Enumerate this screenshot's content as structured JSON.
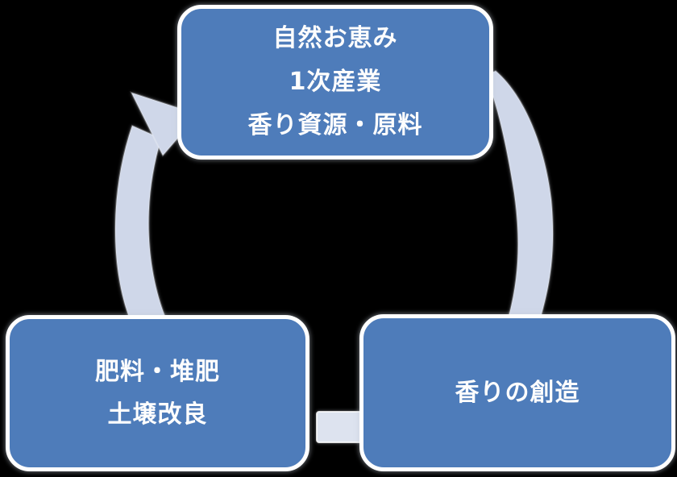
{
  "diagram": {
    "type": "cycle",
    "background_color": "#000000",
    "node_fill_color": "#4e7cba",
    "node_border_color": "#ffffff",
    "node_text_color": "#fdfdfd",
    "connector_color": "#cfd7e9",
    "connector_bar_color": "#dde3ef",
    "nodes": {
      "top": {
        "lines": [
          "自然お恵み",
          "1次産業",
          "香り資源・原料"
        ]
      },
      "bottom_left": {
        "lines": [
          "肥料・堆肥",
          "土壌改良"
        ]
      },
      "bottom_right": {
        "lines": [
          "香りの創造"
        ]
      }
    },
    "connectors": [
      {
        "id": "left-arc",
        "from": "bottom_left",
        "to": "top",
        "style": "curved-arrow"
      },
      {
        "id": "right-arc",
        "from": "top",
        "to": "bottom_right",
        "style": "curved-band"
      },
      {
        "id": "bottom-bar",
        "from": "bottom_right",
        "to": "bottom_left",
        "style": "bar"
      }
    ]
  }
}
